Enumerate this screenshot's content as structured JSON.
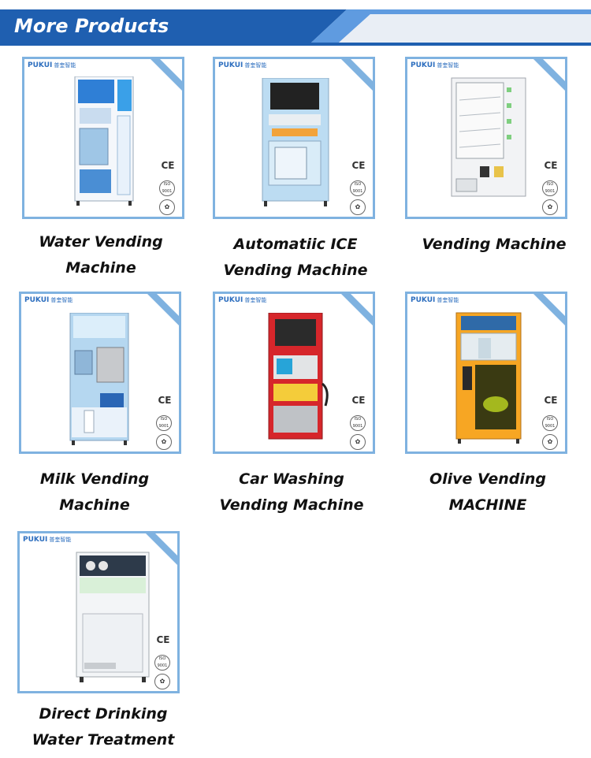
{
  "header": {
    "title": "More Products"
  },
  "brand": {
    "logo": "PUKUI",
    "logo_cn": "普奎智能"
  },
  "certs": {
    "ce": "CE",
    "iso": "ISO 9001"
  },
  "products": [
    {
      "line1": "Water Vending",
      "line2": "Machine"
    },
    {
      "line1": "Automatiic ICE",
      "line2": "Vending Machine"
    },
    {
      "line1": "Vending Machine",
      "line2": ""
    },
    {
      "line1": "Milk Vending",
      "line2": "Machine"
    },
    {
      "line1": "Car  Washing",
      "line2": "Vending Machine"
    },
    {
      "line1": "Olive Vending",
      "line2": "MACHINE"
    },
    {
      "line1": "Direct Drinking",
      "line2": "Water Treatment"
    }
  ],
  "colors": {
    "banner_dark": "#1f5fb0",
    "banner_light": "#5f9be0",
    "card_border": "#7fb2e0"
  }
}
